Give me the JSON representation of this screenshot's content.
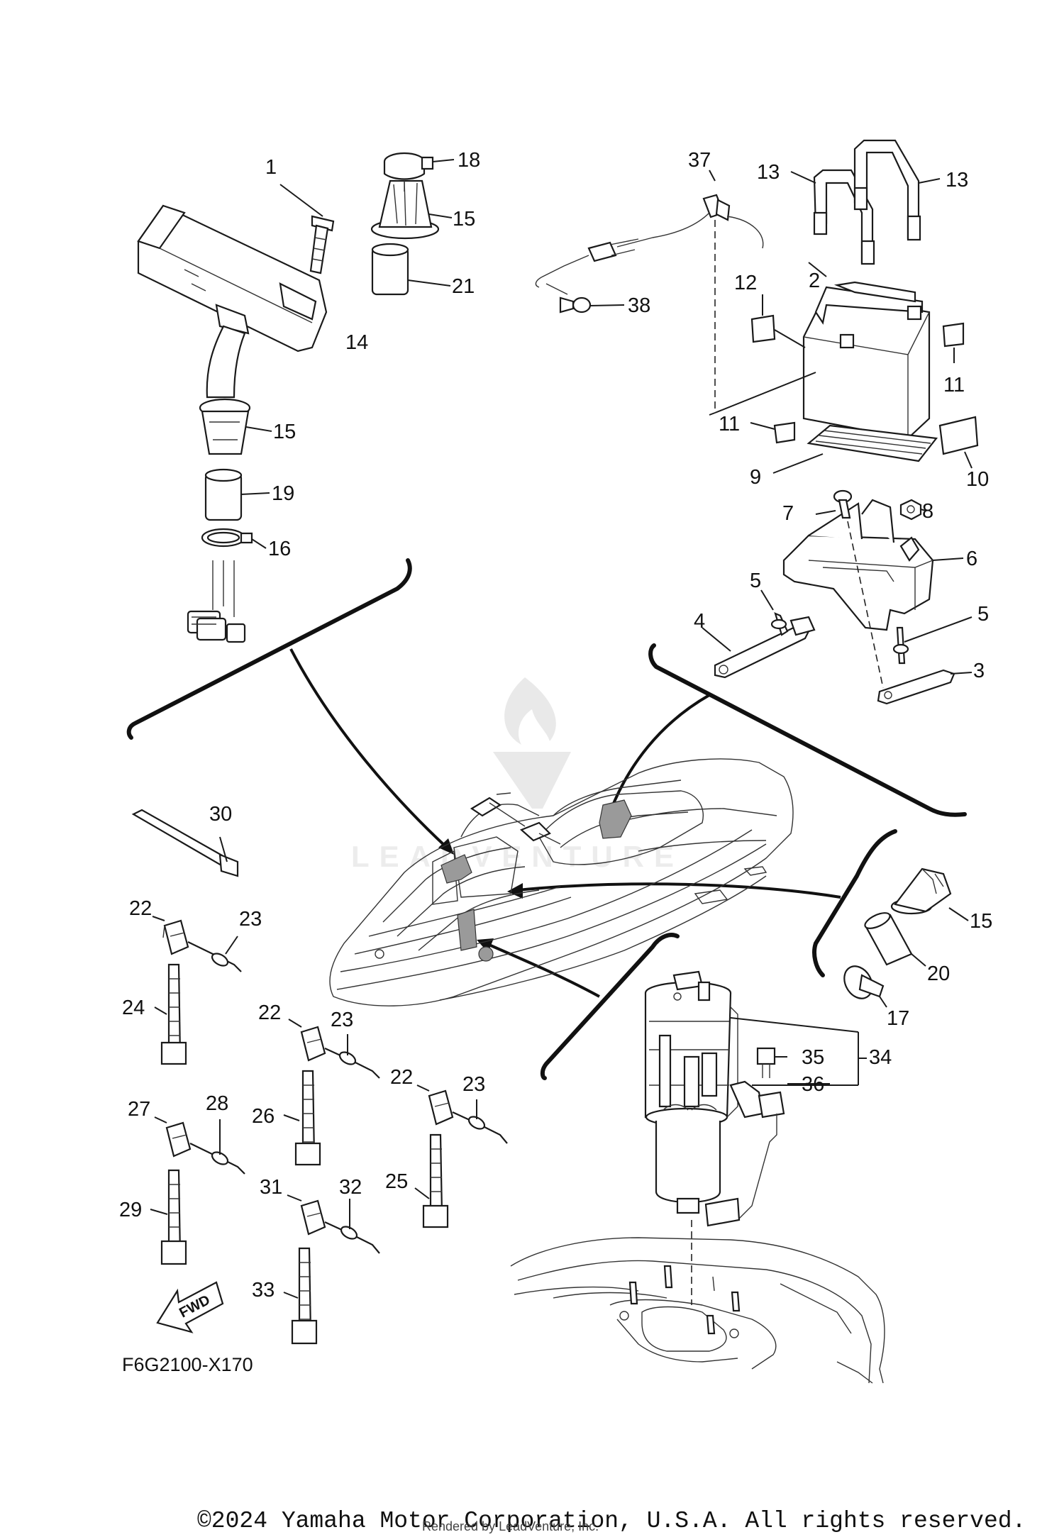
{
  "diagram": {
    "code": "F6G2100-X170",
    "copyright": "©2024 Yamaha Motor Corporation, U.S.A. All rights reserved.",
    "rendered_by": "Rendered by LeadVenture, Inc.",
    "watermark": "LEADVENTURE",
    "fwd_label": "FWD"
  },
  "callouts": {
    "c1": "1",
    "c2": "2",
    "c3": "3",
    "c4": "4",
    "c5a": "5",
    "c5b": "5",
    "c6": "6",
    "c7": "7",
    "c8": "8",
    "c9": "9",
    "c10": "10",
    "c11a": "11",
    "c11b": "11",
    "c12": "12",
    "c13a": "13",
    "c13b": "13",
    "c14": "14",
    "c15a": "15",
    "c15b": "15",
    "c15c": "15",
    "c16": "16",
    "c17": "17",
    "c18": "18",
    "c19": "19",
    "c20": "20",
    "c21": "21",
    "c22a": "22",
    "c22b": "22",
    "c22c": "22",
    "c23a": "23",
    "c23b": "23",
    "c23c": "23",
    "c24": "24",
    "c25": "25",
    "c26": "26",
    "c27": "27",
    "c28": "28",
    "c29": "29",
    "c30": "30",
    "c31": "31",
    "c32": "32",
    "c33": "33",
    "c34": "34",
    "c35": "35",
    "c36": "36",
    "c37": "37",
    "c38": "38"
  }
}
